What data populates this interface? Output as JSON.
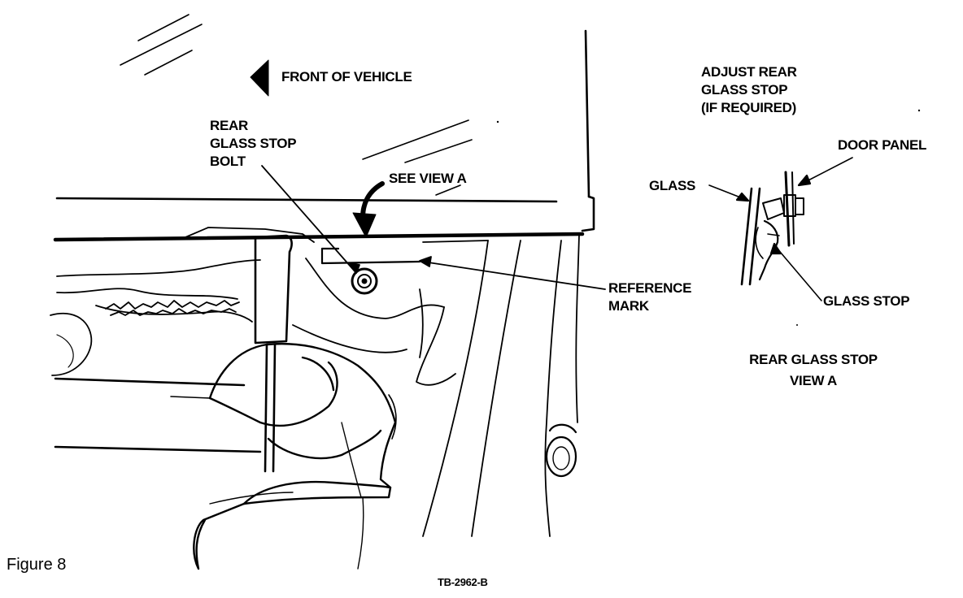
{
  "labels": {
    "front_of_vehicle": "FRONT OF VEHICLE",
    "rear_glass_stop_bolt": [
      "REAR",
      "GLASS STOP",
      "BOLT"
    ],
    "see_view_a": "SEE VIEW A",
    "reference_mark": [
      "REFERENCE",
      "MARK"
    ],
    "adjust_rear_glass_stop": [
      "ADJUST REAR",
      "GLASS STOP",
      "(IF REQUIRED)"
    ],
    "door_panel": "DOOR PANEL",
    "glass": "GLASS",
    "glass_stop": "GLASS STOP",
    "view_title": [
      "REAR GLASS STOP",
      "VIEW A"
    ]
  },
  "figure_caption": "Figure 8",
  "part_number": "TB-2962-B",
  "colors": {
    "ink": "#000000",
    "paper": "#ffffff"
  }
}
